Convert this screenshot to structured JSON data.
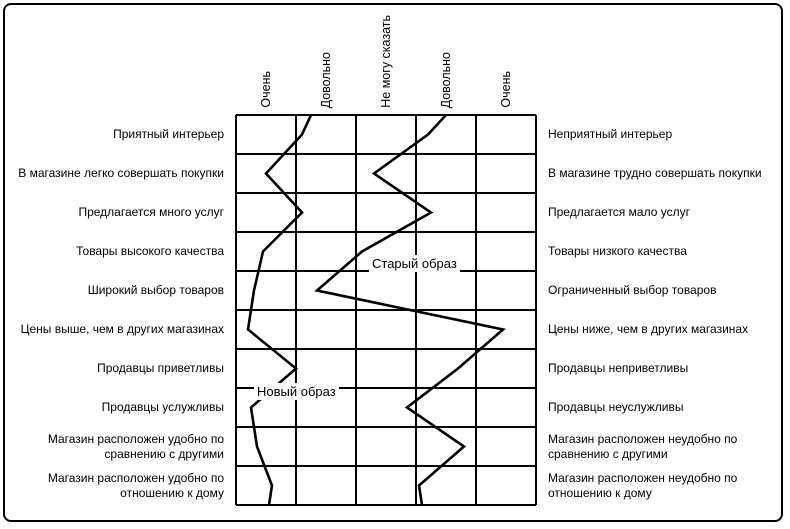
{
  "chart_data": {
    "type": "line",
    "variant": "semantic-differential-profile",
    "title": "",
    "scale_labels": [
      "Очень",
      "Довольно",
      "Не могу сказать",
      "Довольно",
      "Очень"
    ],
    "axis_range": [
      0.5,
      5.5
    ],
    "grid": true,
    "line_color": "#000000",
    "rows": [
      {
        "left": "Приятный интерьер",
        "right": "Неприятный интерьер"
      },
      {
        "left": "В магазине легко совершать покупки",
        "right": "В магазине трудно совершать покупки"
      },
      {
        "left": "Предлагается много услуг",
        "right": "Предлагается мало услуг"
      },
      {
        "left": "Товары высокого качества",
        "right": "Товары низкого качества"
      },
      {
        "left": "Широкий выбор товаров",
        "right": "Ограниченный выбор товаров"
      },
      {
        "left": "Цены выше, чем в других магазинах",
        "right": "Цены ниже, чем в других магазинах"
      },
      {
        "left": "Продавцы приветливы",
        "right": "Продавцы неприветливы"
      },
      {
        "left": "Продавцы услужливы",
        "right": "Продавцы неуслужливы"
      },
      {
        "left": "Магазин расположен удобно по сравнению с другими",
        "right": "Магазин расположен неудобно по сравнению с другими"
      },
      {
        "left": "Магазин расположен удобно по отношению к дому",
        "right": "Магазин расположен неудобно по отношению к дому"
      }
    ],
    "series": [
      {
        "name": "Новый образ",
        "values": [
          1.6,
          1.0,
          1.6,
          0.95,
          0.8,
          0.7,
          1.5,
          0.75,
          0.85,
          1.1
        ],
        "edge_start": 1.75,
        "edge_end": 1.05
      },
      {
        "name": "Старый образ",
        "values": [
          3.7,
          2.8,
          3.75,
          2.6,
          1.85,
          4.95,
          4.2,
          3.35,
          4.3,
          3.55
        ],
        "edge_start": 4.0,
        "edge_end": 3.6
      }
    ]
  }
}
